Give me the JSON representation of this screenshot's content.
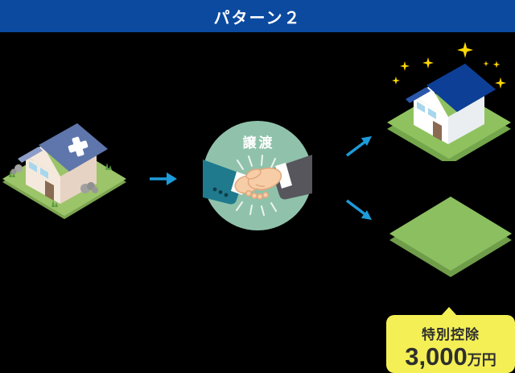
{
  "header": {
    "title": "パターン２"
  },
  "flow": {
    "source_illustration": "old-house-with-plaster",
    "transfer_label": "譲渡",
    "result_top_illustration": "new-house-with-sparkles",
    "result_bottom_illustration": "vacant-land"
  },
  "callout": {
    "title": "特別控除",
    "amount": "3,000",
    "unit": "万円"
  },
  "colors": {
    "background": "#000000",
    "header_bg": "#0b4a9f",
    "header_text": "#ffffff",
    "arrow": "#1d9bd9",
    "circle": "#90c2ab",
    "callout_bg": "#f3ef55",
    "callout_text": "#2e2e2e",
    "sparkle": "#ffd800",
    "ground_green": "#9cc468",
    "land_green": "#8cbf60",
    "old_roof": "#5e76ab",
    "new_roof": "#0e3f97"
  }
}
